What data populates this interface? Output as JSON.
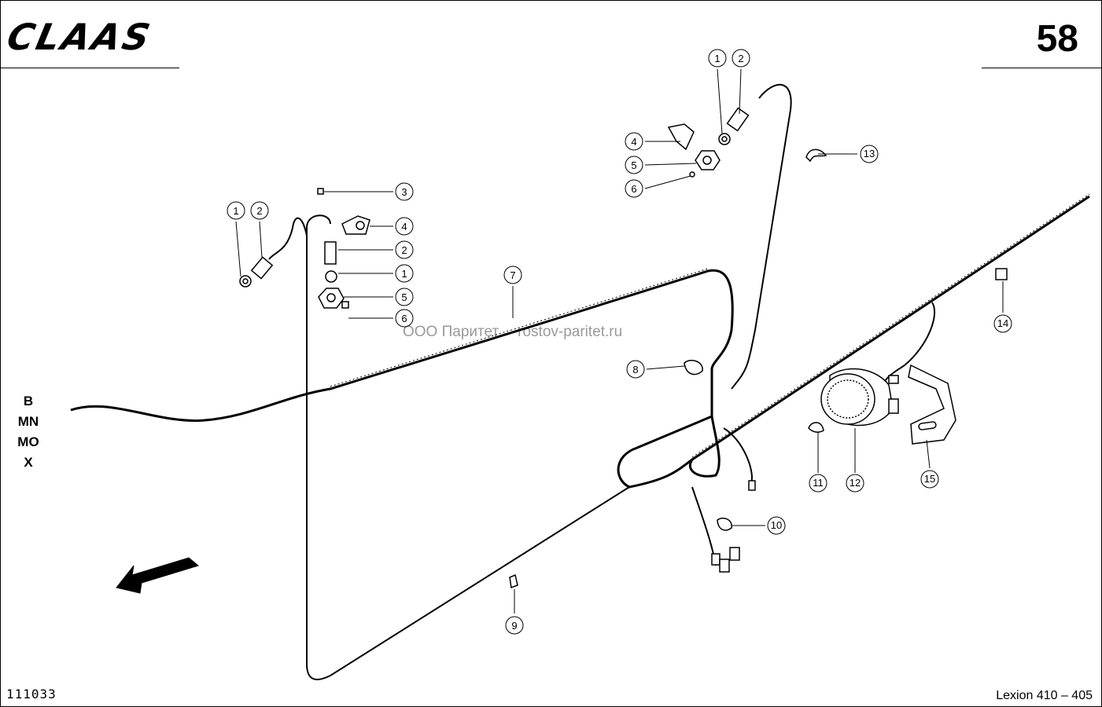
{
  "header": {
    "brand": "CLAAS",
    "page_number": "58"
  },
  "variants": [
    "B",
    "MN",
    "MO",
    "X"
  ],
  "footer": {
    "drawing_number": "111033",
    "model": "Lexion 410 – 405"
  },
  "watermark": {
    "company": "ООО Паритет",
    "site": "rostov-paritet.ru"
  },
  "callouts": [
    {
      "id": "left-1",
      "label": "1"
    },
    {
      "id": "left-2",
      "label": "2"
    },
    {
      "id": "mid-3",
      "label": "3"
    },
    {
      "id": "mid-4",
      "label": "4"
    },
    {
      "id": "mid-2",
      "label": "2"
    },
    {
      "id": "mid-1",
      "label": "1"
    },
    {
      "id": "mid-5",
      "label": "5"
    },
    {
      "id": "mid-6",
      "label": "6"
    },
    {
      "id": "harness-7",
      "label": "7"
    },
    {
      "id": "top-1",
      "label": "1"
    },
    {
      "id": "top-2",
      "label": "2"
    },
    {
      "id": "top-4",
      "label": "4"
    },
    {
      "id": "top-5",
      "label": "5"
    },
    {
      "id": "top-6",
      "label": "6"
    },
    {
      "id": "clip-13",
      "label": "13"
    },
    {
      "id": "clip-14",
      "label": "14"
    },
    {
      "id": "clamp-8",
      "label": "8"
    },
    {
      "id": "clip-9",
      "label": "9"
    },
    {
      "id": "clip-10",
      "label": "10"
    },
    {
      "id": "clip-11",
      "label": "11"
    },
    {
      "id": "lamp-12",
      "label": "12"
    },
    {
      "id": "bracket-15",
      "label": "15"
    }
  ]
}
